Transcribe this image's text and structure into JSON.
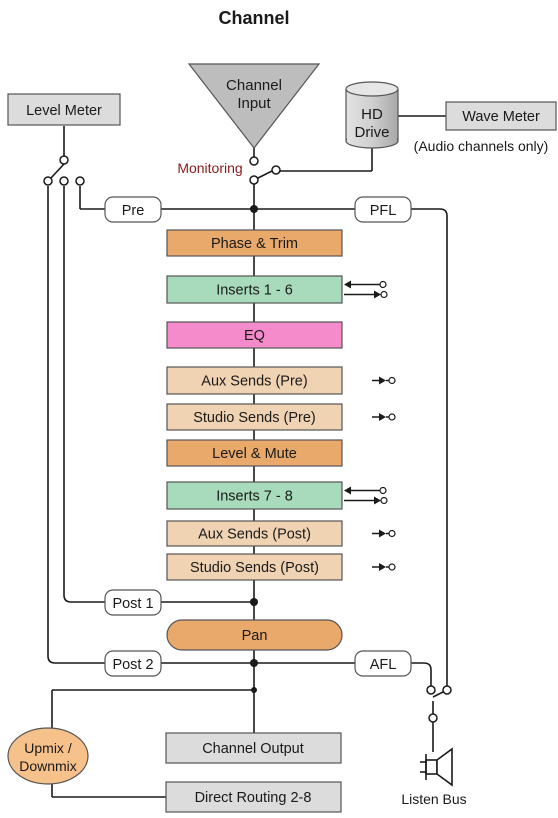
{
  "title": "Channel",
  "labels": {
    "channel_input": [
      "Channel",
      "Input"
    ],
    "hd_drive": [
      "HD",
      "Drive"
    ],
    "level_meter": "Level Meter",
    "wave_meter": "Wave Meter",
    "audio_only": "(Audio channels only)",
    "monitoring": "Monitoring",
    "pre": "Pre",
    "pfl": "PFL",
    "post1": "Post 1",
    "post2": "Post 2",
    "afl": "AFL",
    "upmix": [
      "Upmix /",
      "Downmix"
    ],
    "channel_output": "Channel Output",
    "direct_routing": "Direct Routing 2-8",
    "listen_bus": "Listen Bus"
  },
  "blocks": [
    {
      "label": "Phase & Trim",
      "color": "#e9a96a",
      "rounded": false,
      "send": "none"
    },
    {
      "label": "Inserts 1 - 6",
      "color": "#a7dbbb",
      "rounded": false,
      "send": "insert"
    },
    {
      "label": "EQ",
      "color": "#f68bcb",
      "rounded": false,
      "send": "none"
    },
    {
      "label": "Aux Sends (Pre)",
      "color": "#f0d3b3",
      "rounded": false,
      "send": "out"
    },
    {
      "label": "Studio Sends (Pre)",
      "color": "#f0d3b3",
      "rounded": false,
      "send": "out"
    },
    {
      "label": "Level & Mute",
      "color": "#e9a96a",
      "rounded": false,
      "send": "none"
    },
    {
      "label": "Inserts 7 - 8",
      "color": "#a7dbbb",
      "rounded": false,
      "send": "insert"
    },
    {
      "label": "Aux Sends (Post)",
      "color": "#f0d3b3",
      "rounded": false,
      "send": "out"
    },
    {
      "label": "Studio Sends (Post)",
      "color": "#f0d3b3",
      "rounded": false,
      "send": "out"
    },
    {
      "label": "Pan",
      "color": "#e9a96a",
      "rounded": true,
      "send": "none"
    }
  ],
  "colors": {
    "line": "#1a1a1a",
    "box_stroke": "#555555",
    "gray_box": "#dcdcdc",
    "input_triangle": "#bdbdbd",
    "upmix_fill": "#f7c18c",
    "monitoring_text": "#8b1a1a"
  }
}
